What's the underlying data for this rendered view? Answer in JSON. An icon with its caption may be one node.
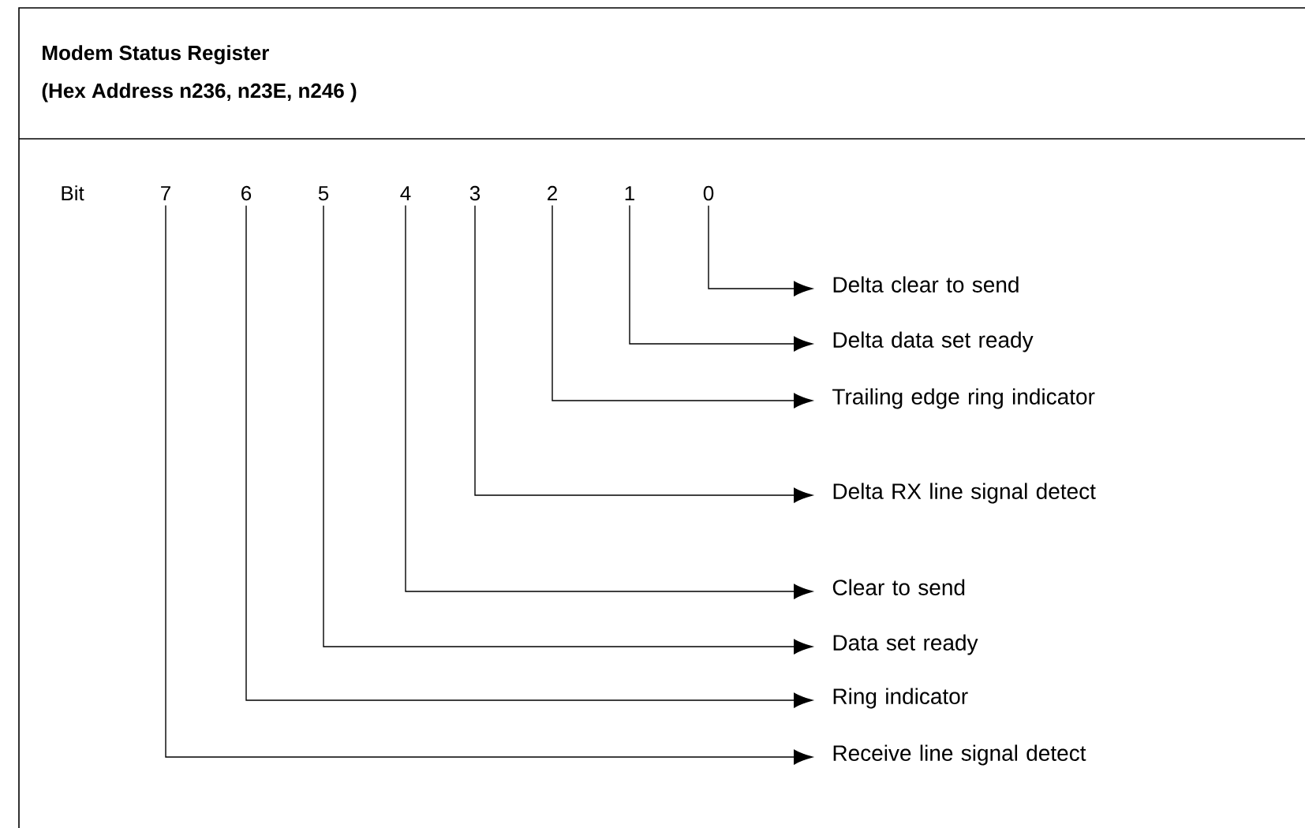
{
  "diagram": {
    "title": "Modem Status Register",
    "nodes": [
      {
        "text": [
          "7"
        ]
      },
      {
        "text": [
          "6"
        ]
      },
      {
        "text": [
          "5"
        ]
      },
      {
        "text": [
          "4"
        ]
      },
      {
        "text": [
          "3"
        ]
      },
      {
        "text": [
          "2"
        ]
      },
      {
        "text": [
          "1"
        ]
      },
      {
        "text": [
          "0"
        ]
      },
      {
        "text": [
          "Delta clear to send"
        ]
      },
      {
        "text": [
          "Delta data set ready"
        ]
      },
      {
        "text": [
          "Trailing edge ring indicator"
        ]
      },
      {
        "text": [
          "Delta RX line signal detect"
        ]
      },
      {
        "text": [
          "Clear to send"
        ]
      },
      {
        "text": [
          "Data set ready"
        ]
      },
      {
        "text": [
          "Ring indicator"
        ]
      },
      {
        "text": [
          "Receive line signal detect"
        ]
      }
    ],
    "edges": [
      {
        "from": 7,
        "to": 8,
        "arrow": "to"
      },
      {
        "from": 6,
        "to": 9,
        "arrow": "to"
      },
      {
        "from": 5,
        "to": 10,
        "arrow": "to"
      },
      {
        "from": 4,
        "to": 11,
        "arrow": "to"
      },
      {
        "from": 3,
        "to": 12,
        "arrow": "to"
      },
      {
        "from": 2,
        "to": 13,
        "arrow": "to"
      },
      {
        "from": 1,
        "to": 14,
        "arrow": "to"
      },
      {
        "from": 0,
        "to": 15,
        "arrow": "to"
      }
    ],
    "labels": [
      "(Hex Address n236, n23E, n246 )",
      "Bit"
    ]
  }
}
